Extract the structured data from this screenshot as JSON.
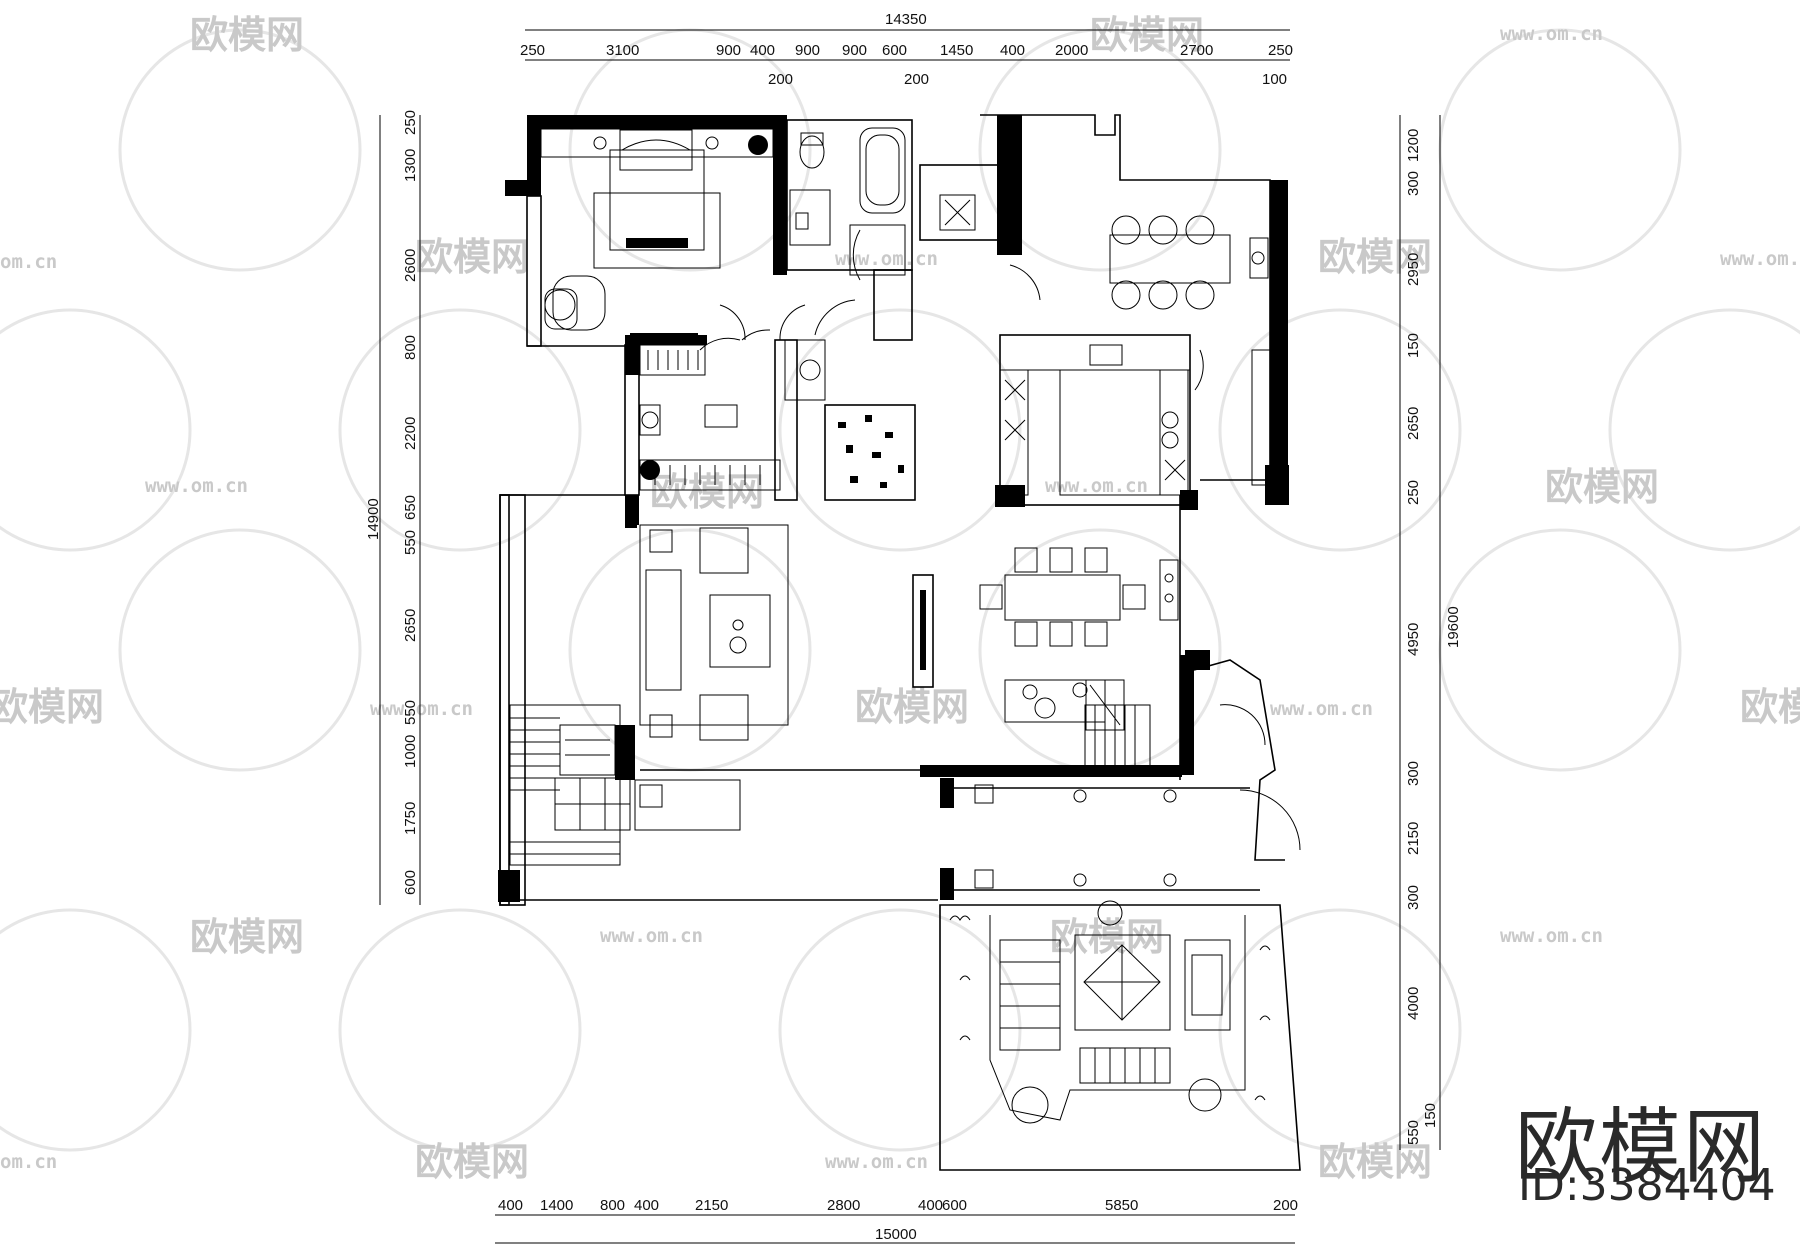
{
  "dims": {
    "top_total": "14350",
    "top": [
      "250",
      "3100",
      "900",
      "400",
      "900",
      "900",
      "600",
      "1450",
      "400",
      "2000",
      "2700",
      "250"
    ],
    "top_sub": [
      "200",
      "200",
      "100"
    ],
    "left_total": "14900",
    "left": [
      "250",
      "1300",
      "2600",
      "800",
      "2200",
      "650",
      "550",
      "2650",
      "550",
      "1000",
      "1750",
      "600"
    ],
    "right_total": "19600",
    "right": [
      "1200",
      "300",
      "2950",
      "150",
      "2650",
      "250",
      "4950",
      "300",
      "2150",
      "300",
      "4000",
      "550",
      "150"
    ],
    "bottom_total": "15000",
    "bottom": [
      "400",
      "1400",
      "800",
      "400",
      "2150",
      "2800",
      "400",
      "600",
      "5850",
      "200"
    ]
  },
  "watermark": {
    "brand": "欧模网",
    "url": "www.om.cn",
    "url_short": "om.cn",
    "id": "ID:3384404"
  }
}
